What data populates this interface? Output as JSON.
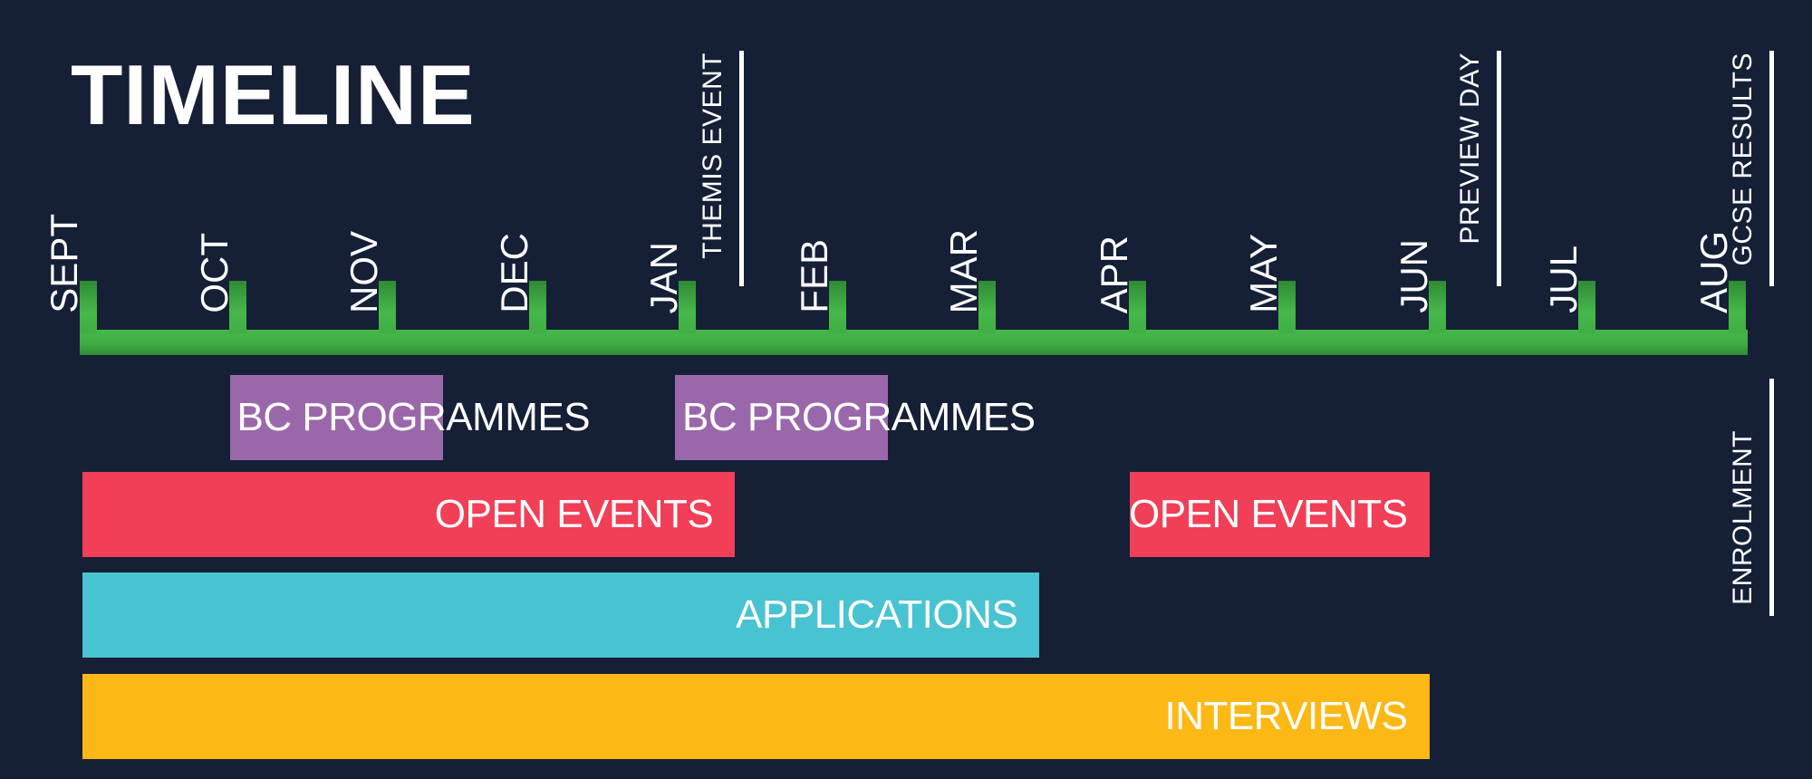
{
  "title": "TIMELINE",
  "months": [
    "SEPT",
    "OCT",
    "NOV",
    "DEC",
    "JAN",
    "FEB",
    "MAR",
    "APR",
    "MAY",
    "JUN",
    "JUL",
    "AUG"
  ],
  "events": [
    {
      "label": "THEMIS EVENT",
      "month_index": 4.35
    },
    {
      "label": "PREVIEW DAY",
      "month_index": 9.4
    },
    {
      "label": "GCSE RESULTS",
      "month_index": 11.22
    }
  ],
  "enrolment": {
    "label": "ENROLMENT"
  },
  "activities": [
    {
      "label": "BC PROGRAMMES",
      "start": 1.0,
      "end": 2.42,
      "color": "#9a68aa",
      "align": "left"
    },
    {
      "label": "BC PROGRAMMES",
      "start": 3.97,
      "end": 5.39,
      "color": "#9a68aa",
      "align": "left"
    },
    {
      "label": "OPEN EVENTS",
      "start": 0.0,
      "end": 4.37,
      "color": "#f03f57",
      "align": "right"
    },
    {
      "label": "OPEN EVENTS",
      "start": 7.0,
      "end": 9.0,
      "color": "#f03f57",
      "align": "right"
    },
    {
      "label": "APPLICATIONS",
      "start": 0.0,
      "end": 6.4,
      "color": "#48c3d1",
      "align": "right"
    },
    {
      "label": "INTERVIEWS",
      "start": 0.0,
      "end": 9.0,
      "color": "#fcb814",
      "align": "right"
    }
  ],
  "colors": {
    "background": "#151f35",
    "axis": "#3fae43",
    "text": "#ffffff"
  }
}
